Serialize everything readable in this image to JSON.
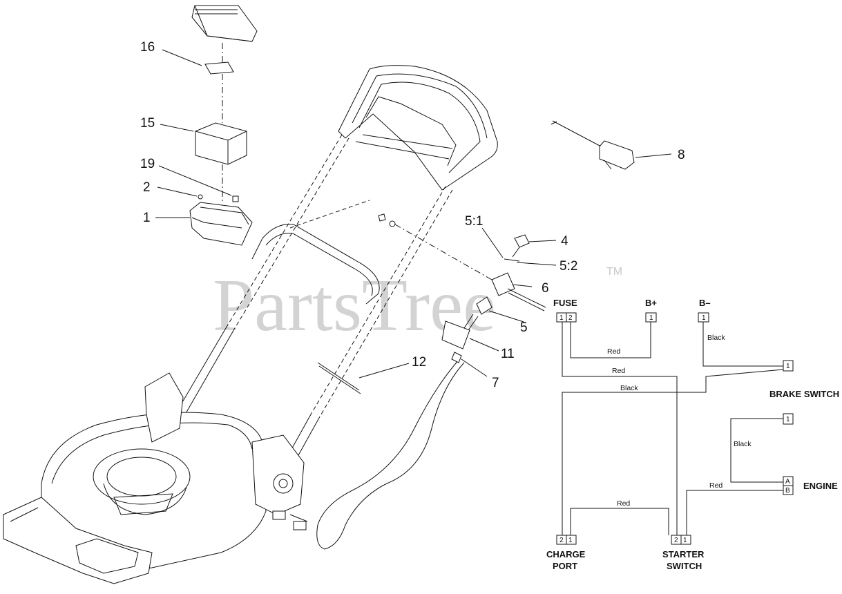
{
  "watermark": {
    "text": "PartsTree",
    "trademark": "TM"
  },
  "callouts": {
    "c16": "16",
    "c15": "15",
    "c19": "19",
    "c2": "2",
    "c1": "1",
    "c8": "8",
    "c4": "4",
    "c5_1": "5:1",
    "c5_2": "5:2",
    "c6": "6",
    "c5": "5",
    "c11": "11",
    "c12": "12",
    "c7": "7"
  },
  "wiring": {
    "components": {
      "fuse": "FUSE",
      "b_plus": "B+",
      "b_minus": "B–",
      "brake_switch": "BRAKE SWITCH",
      "engine": "ENGINE",
      "charge_port_line1": "CHARGE",
      "charge_port_line2": "PORT",
      "starter_switch_line1": "STARTER",
      "starter_switch_line2": "SWITCH"
    },
    "pins": {
      "fuse_1": "1",
      "fuse_2": "2",
      "bplus_1": "1",
      "bminus_1": "1",
      "brake_1": "1",
      "engine_1": "1",
      "engine_a": "A",
      "engine_b": "B",
      "charge_2": "2",
      "charge_1": "1",
      "starter_2": "2",
      "starter_1": "1"
    },
    "wires": {
      "fuse2_bplus": "Red",
      "fuse1_starter": "Red",
      "bminus_brake": "Black",
      "brake_charge": "Black",
      "engine_loop": "Black",
      "engine_starter": "Red",
      "charge_starter": "Red"
    }
  }
}
